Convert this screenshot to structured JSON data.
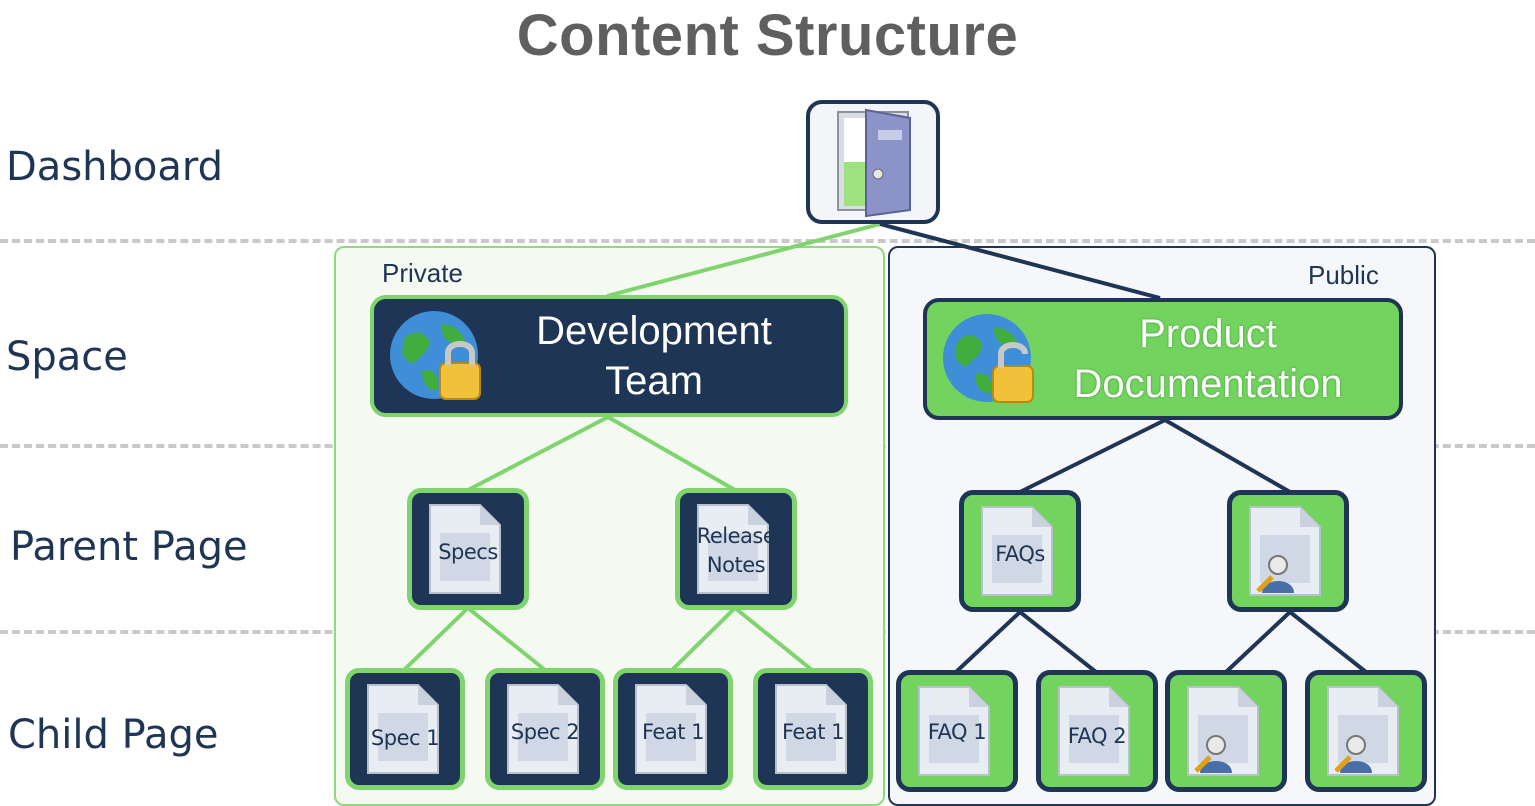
{
  "title": "Content Structure",
  "row_labels": {
    "dashboard": "Dashboard",
    "space": "Space",
    "parent_page": "Parent Page",
    "child_page": "Child Page"
  },
  "regions": {
    "private": "Private",
    "public": "Public"
  },
  "spaces": {
    "dev": {
      "line1": "Development",
      "line2": "Team"
    },
    "doc": {
      "line1": "Product",
      "line2": "Documentation"
    }
  },
  "parent_pages": {
    "specs": "Specs",
    "release_line1": "Release",
    "release_line2": "Notes",
    "faqs": "FAQs"
  },
  "child_pages": {
    "spec1": "Spec 1",
    "spec2": "Spec 2",
    "feat1a": "Feat 1",
    "feat1b": "Feat 1",
    "faq1": "FAQ 1",
    "faq2": "FAQ 2"
  },
  "colors": {
    "navy": "#1f3555",
    "green": "#72d35f",
    "light_green": "#7fd46e",
    "title_gray": "#5f5f5f",
    "separator": "#c9c9c9"
  },
  "icons": [
    "door-icon",
    "globe-lock-icon",
    "document-icon",
    "user-document-icon"
  ]
}
